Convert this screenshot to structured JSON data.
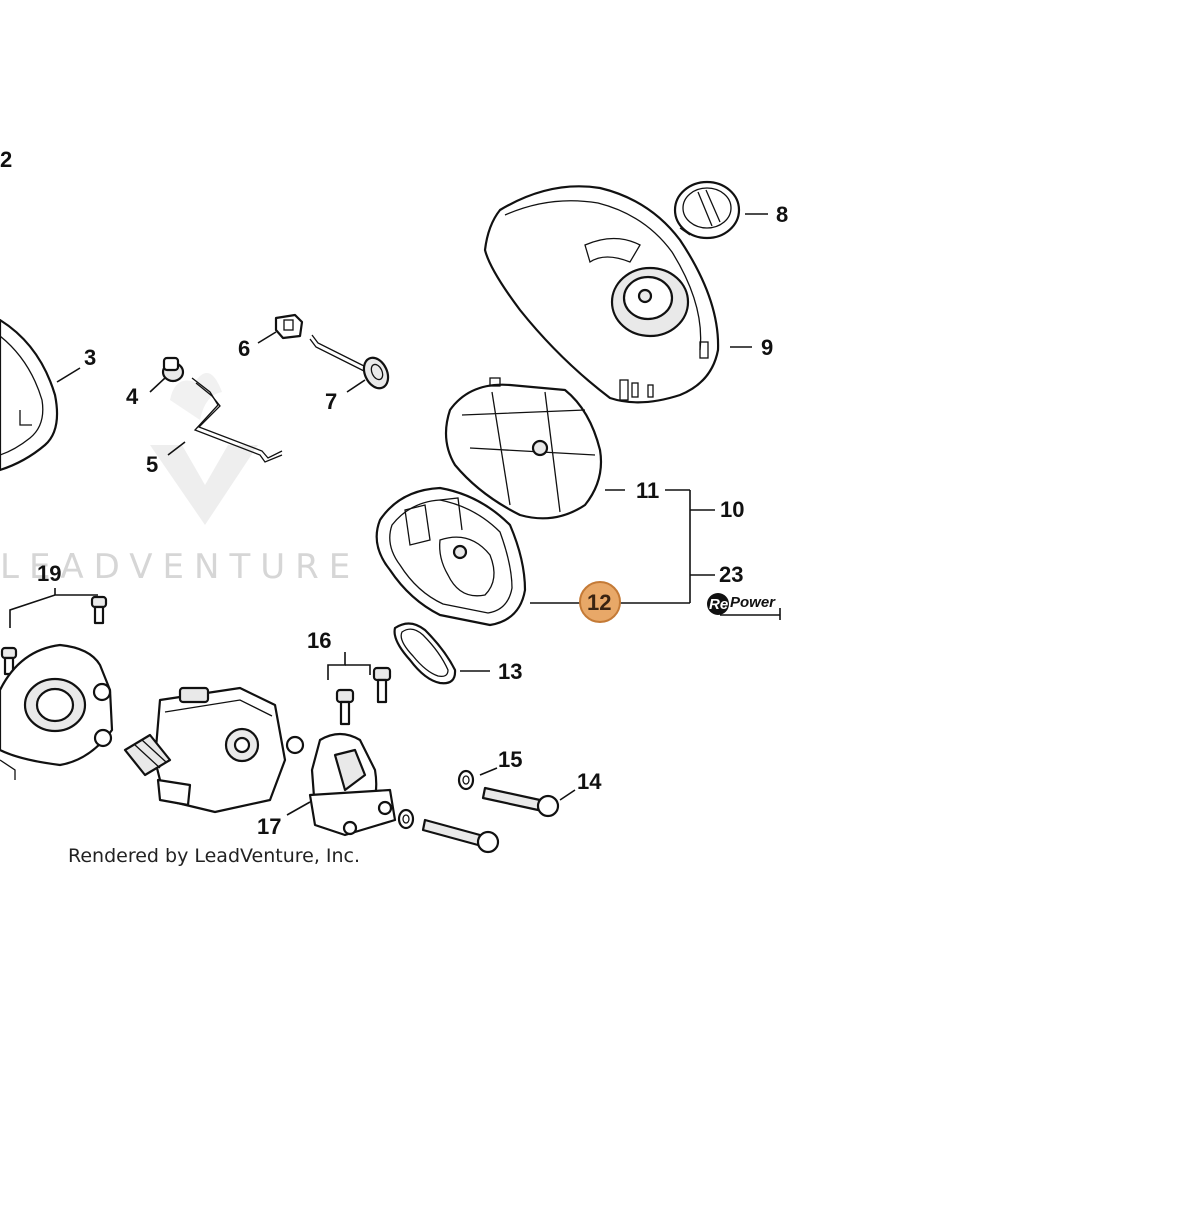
{
  "callouts": [
    {
      "id": "2",
      "label": "2"
    },
    {
      "id": "3",
      "label": "3"
    },
    {
      "id": "4",
      "label": "4"
    },
    {
      "id": "5",
      "label": "5"
    },
    {
      "id": "6",
      "label": "6"
    },
    {
      "id": "7",
      "label": "7"
    },
    {
      "id": "8",
      "label": "8"
    },
    {
      "id": "9",
      "label": "9"
    },
    {
      "id": "10",
      "label": "10"
    },
    {
      "id": "11",
      "label": "11"
    },
    {
      "id": "12",
      "label": "12"
    },
    {
      "id": "13",
      "label": "13"
    },
    {
      "id": "14",
      "label": "14"
    },
    {
      "id": "15",
      "label": "15"
    },
    {
      "id": "16",
      "label": "16"
    },
    {
      "id": "17",
      "label": "17"
    },
    {
      "id": "19",
      "label": "19"
    },
    {
      "id": "23",
      "label": "23"
    }
  ],
  "highlighted_callout": "12",
  "highlight_color": "#e8a868",
  "highlight_stroke": "#c47a36",
  "watermark": "LEADVENTURE",
  "credit": "Rendered by LeadVenture, Inc.",
  "brand": {
    "re": "Re",
    "power": "Power"
  }
}
